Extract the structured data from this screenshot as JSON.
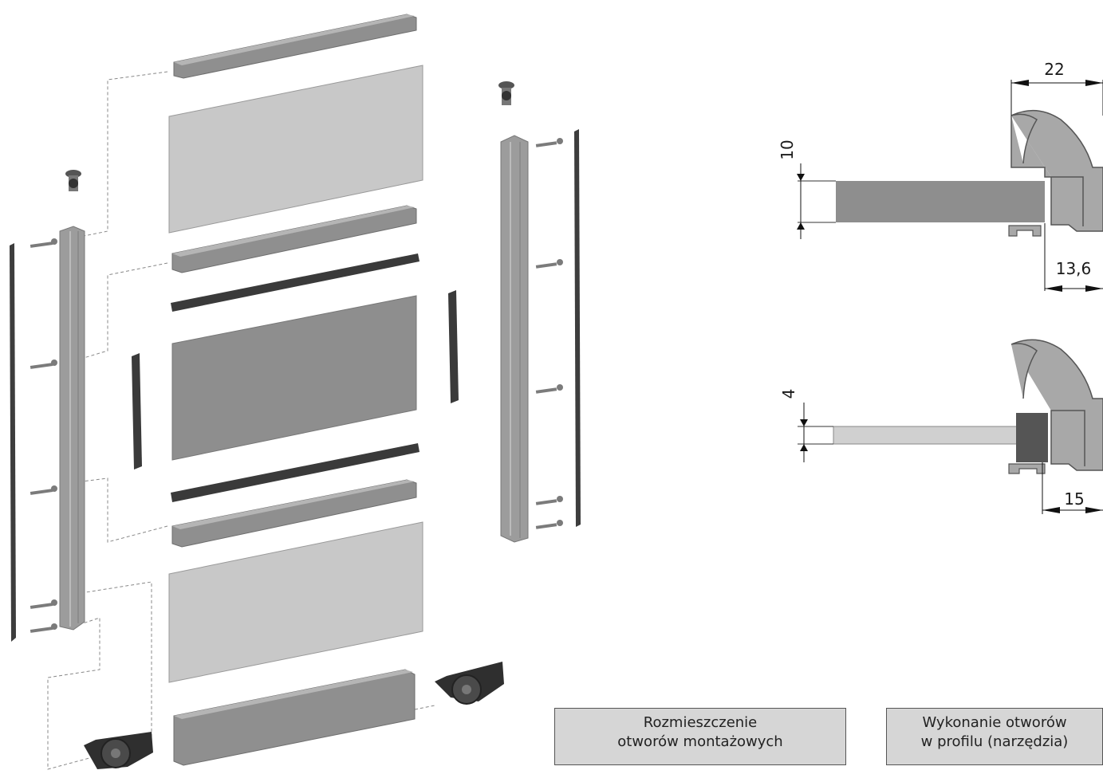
{
  "buttons": {
    "holes": {
      "line1": "Rozmieszczenie",
      "line2": "otworów montażowych"
    },
    "tools": {
      "line1": "Wykonanie otworów",
      "line2": "w profilu (narzędzia)"
    }
  },
  "dimensions": {
    "thick_panel_height": "10",
    "thin_panel_height": "4",
    "profile_width": "22",
    "thick_panel_depth": "13,6",
    "thin_panel_depth": "15"
  },
  "colors": {
    "frame_profile": "#9a9a9a",
    "panel_light": "#c8c8c8",
    "panel_dark": "#8e8e8e",
    "seal": "#3a3a3a",
    "button_bg": "#d6d6d6"
  }
}
